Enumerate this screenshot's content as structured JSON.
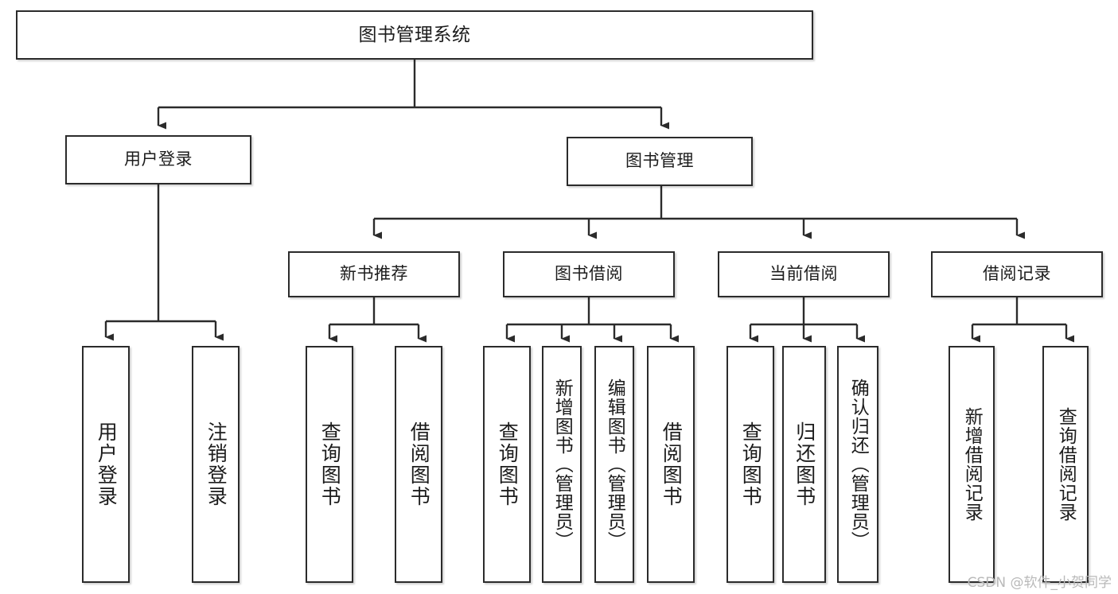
{
  "diagram": {
    "title": "图书管理系统",
    "type": "tree",
    "orientation": "top-down",
    "background_color": "#ffffff",
    "box_border_color": "#2b2b2b",
    "box_fill_color": "#ffffff",
    "connector_color": "#2b2b2b",
    "text_color": "#1c1c1c"
  },
  "watermark": {
    "text": "CSDN @软件_小贺同学",
    "color": "#b9b9b9"
  },
  "nodes": {
    "root": {
      "label": "图书管理系统",
      "level": 0
    },
    "user_login": {
      "label": "用户登录",
      "level": 1
    },
    "book_manage": {
      "label": "图书管理",
      "level": 1
    },
    "new_book_rec": {
      "label": "新书推荐",
      "level": 2
    },
    "book_borrow": {
      "label": "图书借阅",
      "level": 2
    },
    "current_borrow": {
      "label": "当前借阅",
      "level": 2
    },
    "borrow_record": {
      "label": "借阅记录",
      "level": 2
    },
    "leaf_user_login": {
      "label": "用户登录",
      "level": 3
    },
    "leaf_logout": {
      "label": "注销登录",
      "level": 3
    },
    "leaf_query_book_1": {
      "label": "查询图书",
      "level": 3
    },
    "leaf_borrow_book_1": {
      "label": "借阅图书",
      "level": 3
    },
    "leaf_query_book_2": {
      "label": "查询图书",
      "level": 3
    },
    "leaf_add_book": {
      "label": "新增图书（管理员）",
      "level": 3
    },
    "leaf_edit_book": {
      "label": "编辑图书（管理员）",
      "level": 3
    },
    "leaf_borrow_book_2": {
      "label": "借阅图书",
      "level": 3
    },
    "leaf_query_book_3": {
      "label": "查询图书",
      "level": 3
    },
    "leaf_return_book": {
      "label": "归还图书",
      "level": 3
    },
    "leaf_confirm_return": {
      "label": "确认归还（管理员）",
      "level": 3
    },
    "leaf_add_record": {
      "label": "新增借阅记录",
      "level": 3
    },
    "leaf_query_record": {
      "label": "查询借阅记录",
      "level": 3
    }
  },
  "edges": [
    {
      "from": "root",
      "to": "user_login"
    },
    {
      "from": "root",
      "to": "book_manage"
    },
    {
      "from": "user_login",
      "to": "leaf_user_login"
    },
    {
      "from": "user_login",
      "to": "leaf_logout"
    },
    {
      "from": "book_manage",
      "to": "new_book_rec"
    },
    {
      "from": "book_manage",
      "to": "book_borrow"
    },
    {
      "from": "book_manage",
      "to": "current_borrow"
    },
    {
      "from": "book_manage",
      "to": "borrow_record"
    },
    {
      "from": "new_book_rec",
      "to": "leaf_query_book_1"
    },
    {
      "from": "new_book_rec",
      "to": "leaf_borrow_book_1"
    },
    {
      "from": "book_borrow",
      "to": "leaf_query_book_2"
    },
    {
      "from": "book_borrow",
      "to": "leaf_add_book"
    },
    {
      "from": "book_borrow",
      "to": "leaf_edit_book"
    },
    {
      "from": "book_borrow",
      "to": "leaf_borrow_book_2"
    },
    {
      "from": "current_borrow",
      "to": "leaf_query_book_3"
    },
    {
      "from": "current_borrow",
      "to": "leaf_return_book"
    },
    {
      "from": "current_borrow",
      "to": "leaf_confirm_return"
    },
    {
      "from": "borrow_record",
      "to": "leaf_add_record"
    },
    {
      "from": "borrow_record",
      "to": "leaf_query_record"
    }
  ]
}
